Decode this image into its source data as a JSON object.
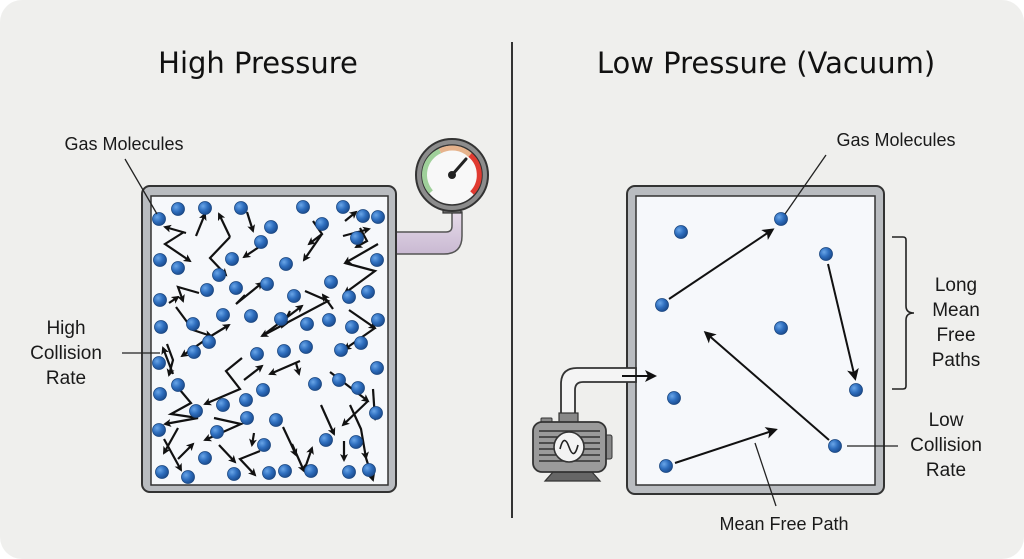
{
  "left_panel": {
    "title": "High Pressure",
    "label_gas_molecules": "Gas Molecules",
    "label_collision": [
      "High",
      "Collision",
      "Rate"
    ],
    "gauge": {
      "reading": "high",
      "zones": [
        "green",
        "orange",
        "red"
      ]
    },
    "molecule_density": "high"
  },
  "right_panel": {
    "title": "Low Pressure (Vacuum)",
    "label_gas_molecules": "Gas Molecules",
    "label_mean_free_paths": [
      "Long",
      "Mean",
      "Free",
      "Paths"
    ],
    "label_collision": [
      "Low",
      "Collision",
      "Rate"
    ],
    "label_mean_free_path": "Mean Free Path",
    "pump": {
      "icon": "vacuum-pump-icon"
    },
    "molecule_density": "low"
  },
  "colors": {
    "background": "#efefed",
    "molecule": "#2f6fbf",
    "molecule_edge": "#1e4e8c",
    "chamber_wall": "#b9bcc0",
    "chamber_inner": "#f6f8fb",
    "pipe_left": "#d9c9e0",
    "gauge_green": "#7fbf7f",
    "gauge_red": "#e03a30"
  }
}
